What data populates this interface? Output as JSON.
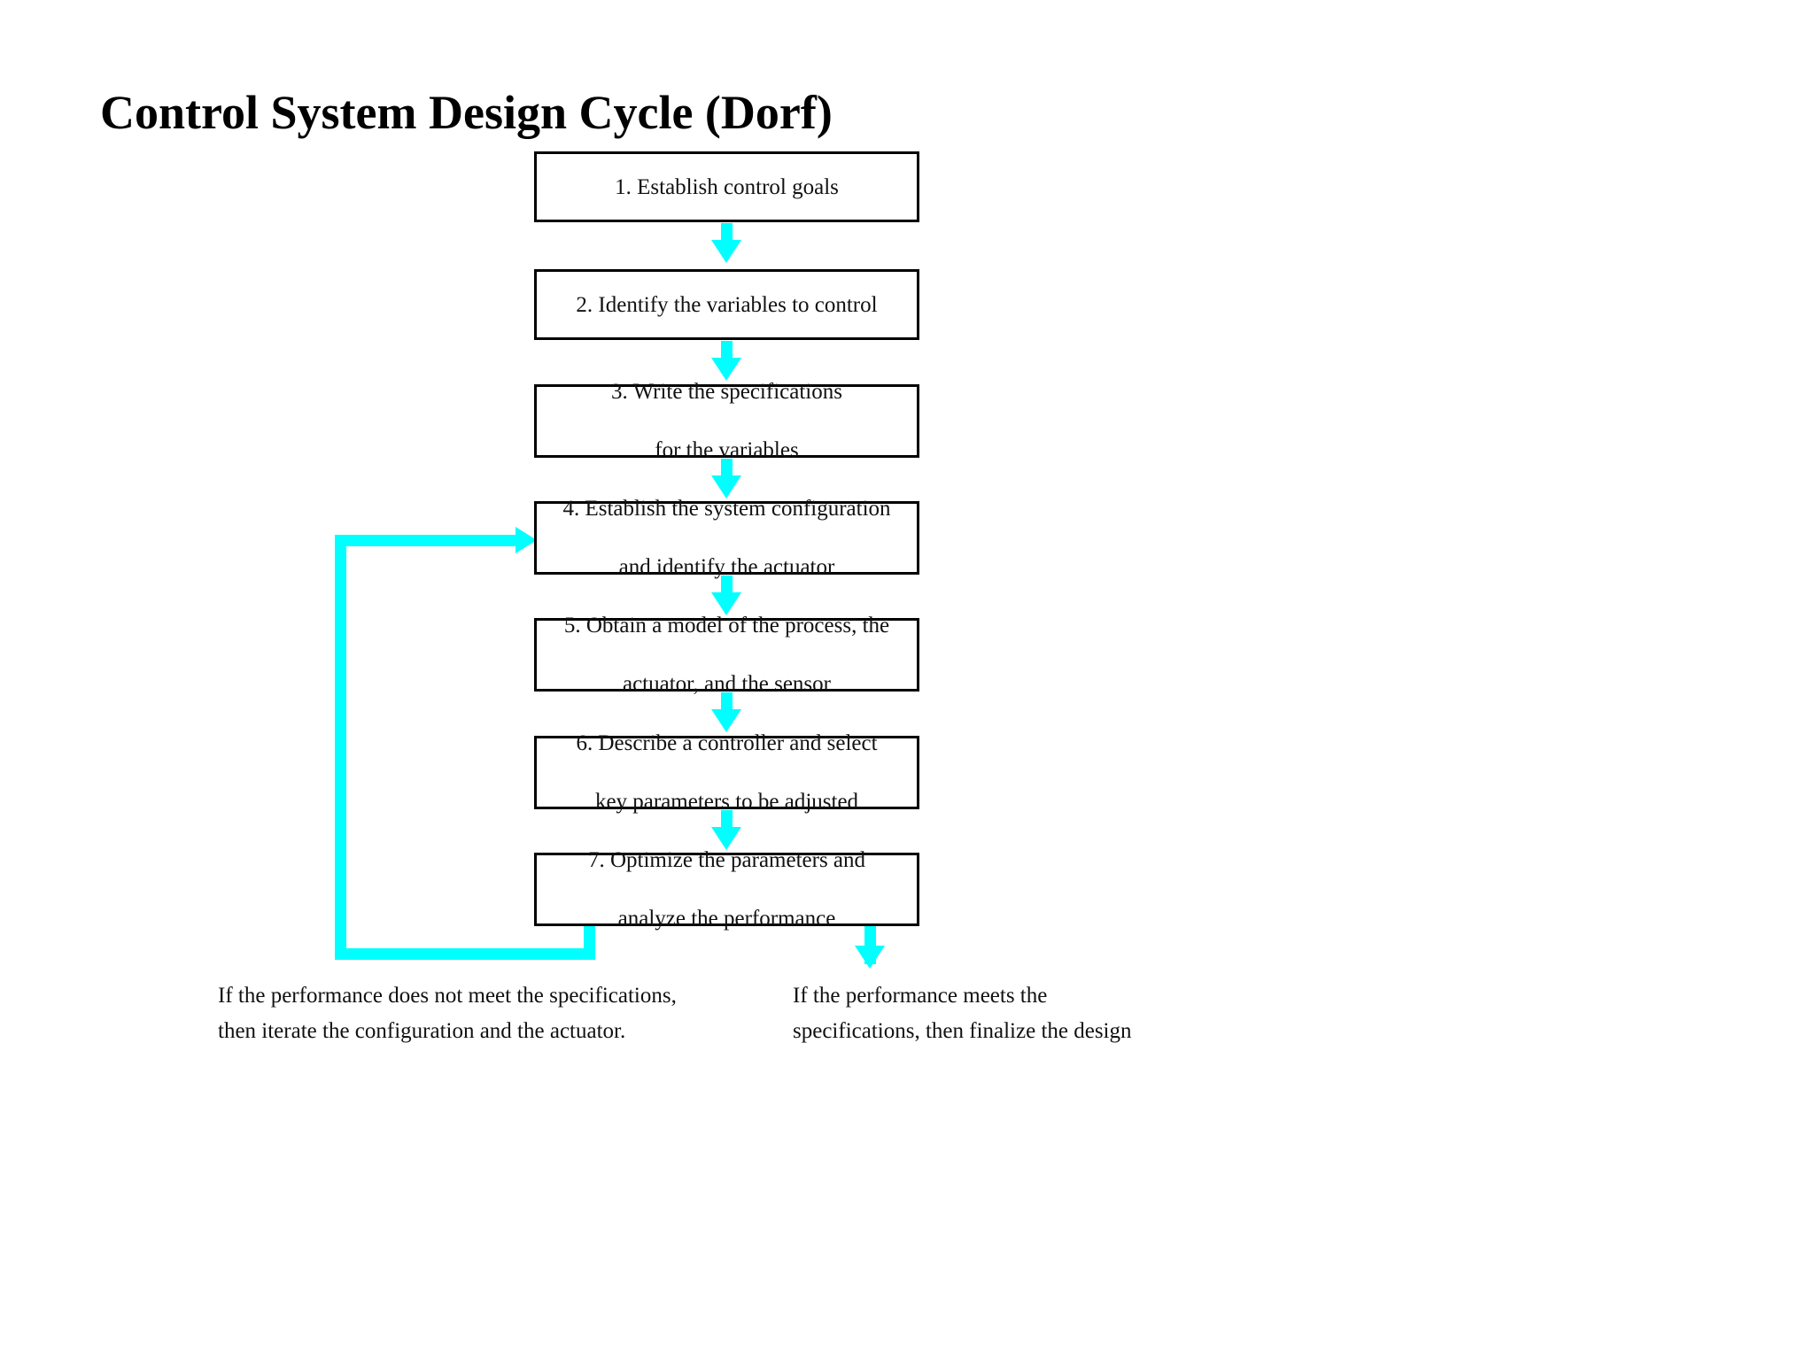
{
  "slide": {
    "title": "Control System Design Cycle (Dorf)",
    "background_color": "#ffffff",
    "accent_color": "#00ffff",
    "box_border_color": "#000000",
    "text_color": "#111111"
  },
  "flow": {
    "steps": [
      {
        "id": 1,
        "line1": "1. Establish control goals",
        "line2": ""
      },
      {
        "id": 2,
        "line1": "2. Identify the variables to control",
        "line2": ""
      },
      {
        "id": 3,
        "line1": "3. Write the specifications",
        "line2": "for the variables"
      },
      {
        "id": 4,
        "line1": "4. Establish the system configuration",
        "line2": "and identify the actuator"
      },
      {
        "id": 5,
        "line1": "5. Obtain a model of the process, the",
        "line2": "actuator, and the sensor"
      },
      {
        "id": 6,
        "line1": "6. Describe a controller and select",
        "line2": "key parameters to be adjusted"
      },
      {
        "id": 7,
        "line1": "7. Optimize the parameters and",
        "line2": "analyze the performance"
      }
    ]
  },
  "captions": {
    "left": "If the performance does not meet the specifications,\nthen iterate the configuration and the actuator.",
    "right": "If the performance meets the\nspecifications, then finalize the design"
  }
}
